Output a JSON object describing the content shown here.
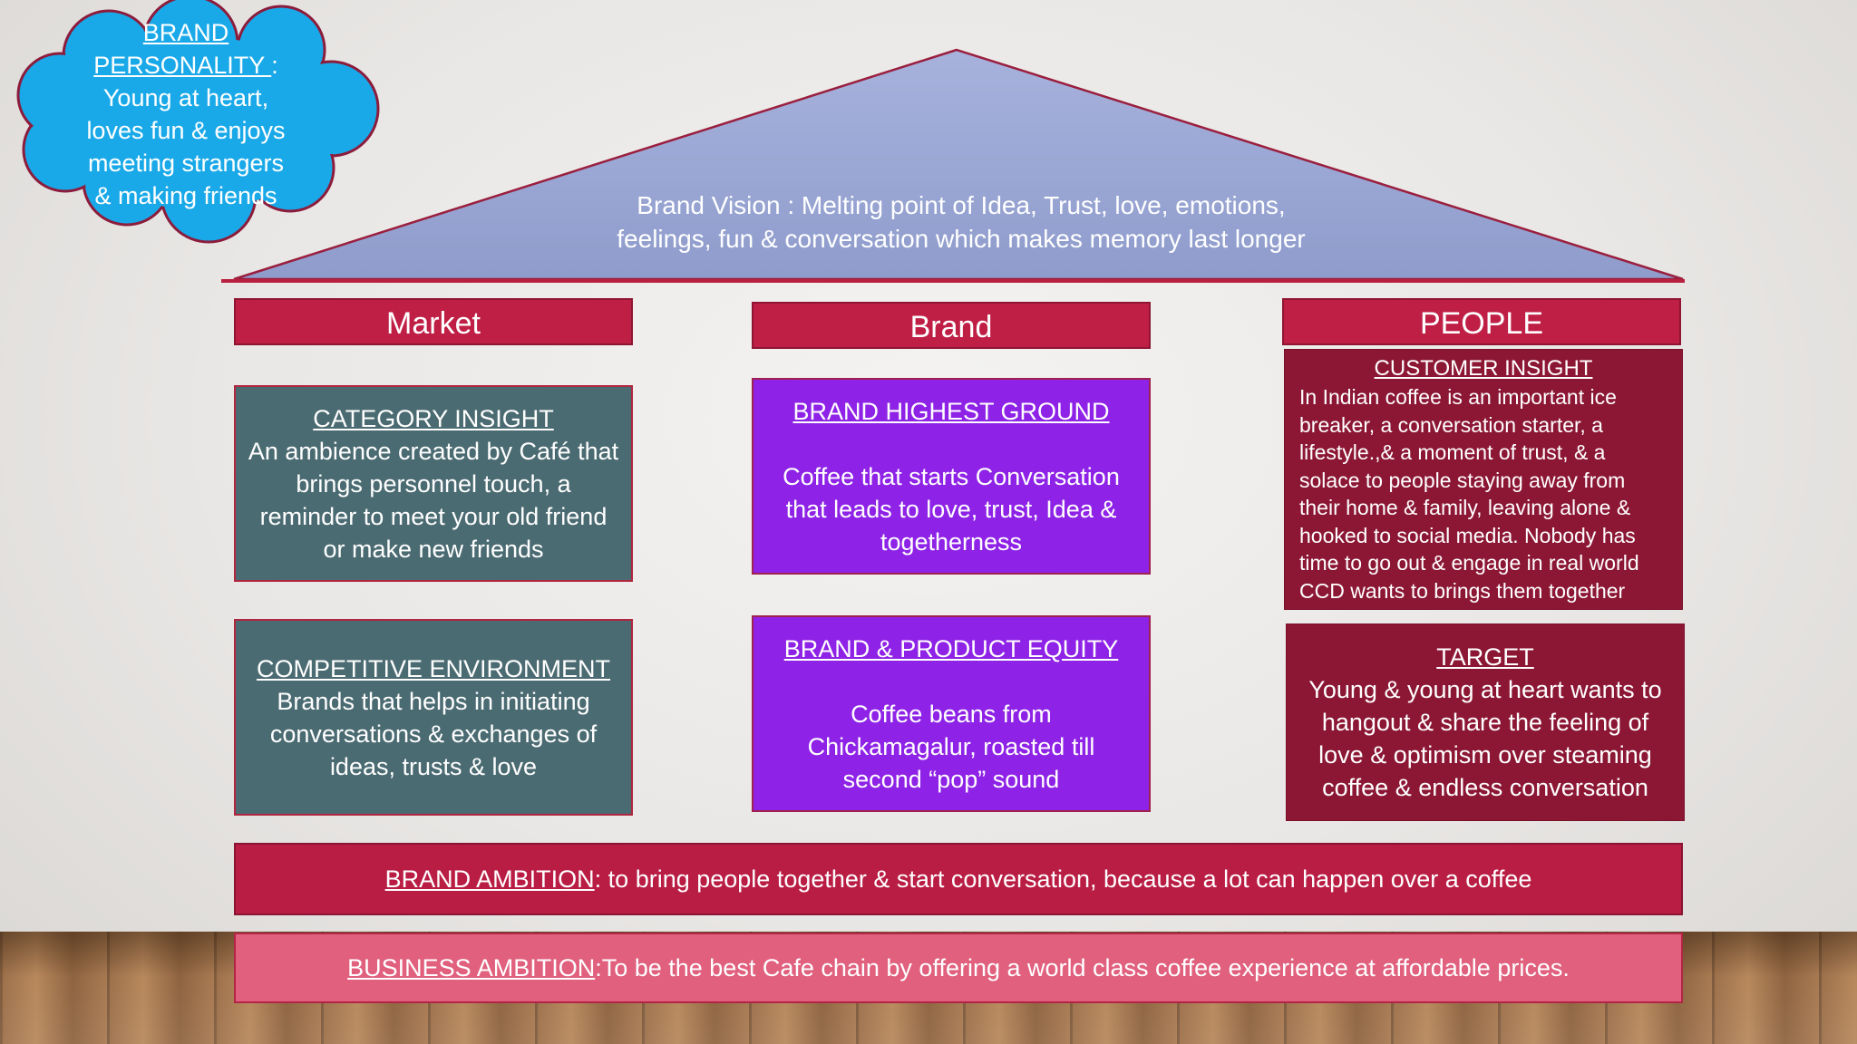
{
  "cloud": {
    "title_line1": "BRAND",
    "title_line2": "PERSONALITY ",
    "colon": ":",
    "lines": [
      "Young at heart,",
      "loves fun & enjoys",
      "meeting strangers",
      "& making friends"
    ],
    "color": "#1aa9e8"
  },
  "vision": {
    "line1": "Brand Vision : Melting point of Idea, Trust, love, emotions,",
    "line2": "feelings, fun & conversation which makes memory last longer"
  },
  "columns": {
    "market": "Market",
    "brand": "Brand",
    "people": "PEOPLE"
  },
  "category_insight": {
    "title": "CATEGORY INSIGHT",
    "body": "An ambience created by Café that brings personnel touch, a reminder to meet your old friend or make new friends"
  },
  "competitive_environment": {
    "title": "COMPETITIVE ENVIRONMENT",
    "body": "Brands that helps in initiating conversations & exchanges of ideas, trusts & love"
  },
  "brand_highest_ground": {
    "title": "BRAND HIGHEST GROUND",
    "body": "Coffee that starts Conversation that leads to love, trust, Idea & togetherness"
  },
  "brand_product_equity": {
    "title": "BRAND & PRODUCT EQUITY",
    "body": "Coffee beans from Chickamagalur, roasted till second “pop” sound"
  },
  "customer_insight": {
    "title": "CUSTOMER INSIGHT",
    "body": "In Indian coffee is an important ice breaker, a conversation starter,  a lifestyle.,& a moment of trust, & a solace to people staying away from their home & family, leaving alone & hooked to social media. Nobody has time to go out & engage in real world CCD wants to brings them together"
  },
  "target": {
    "title": "TARGET",
    "body": "Young & young at heart wants to hangout & share the feeling of love & optimism over steaming coffee & endless conversation"
  },
  "brand_ambition": {
    "label": "BRAND AMBITION ",
    "text": ":  to bring people together & start conversation, because a lot can happen over a coffee"
  },
  "business_ambition": {
    "label": "BUSINESS AMBITION ",
    "text": ":To be the best Cafe chain by offering a world class coffee experience at affordable prices."
  },
  "colors": {
    "roof": "#9aa8d4",
    "header": "#bf1e45",
    "teal": "#4b6b72",
    "purple": "#8e22e6",
    "maroon": "#8c1734",
    "pink": "#e0607e"
  }
}
